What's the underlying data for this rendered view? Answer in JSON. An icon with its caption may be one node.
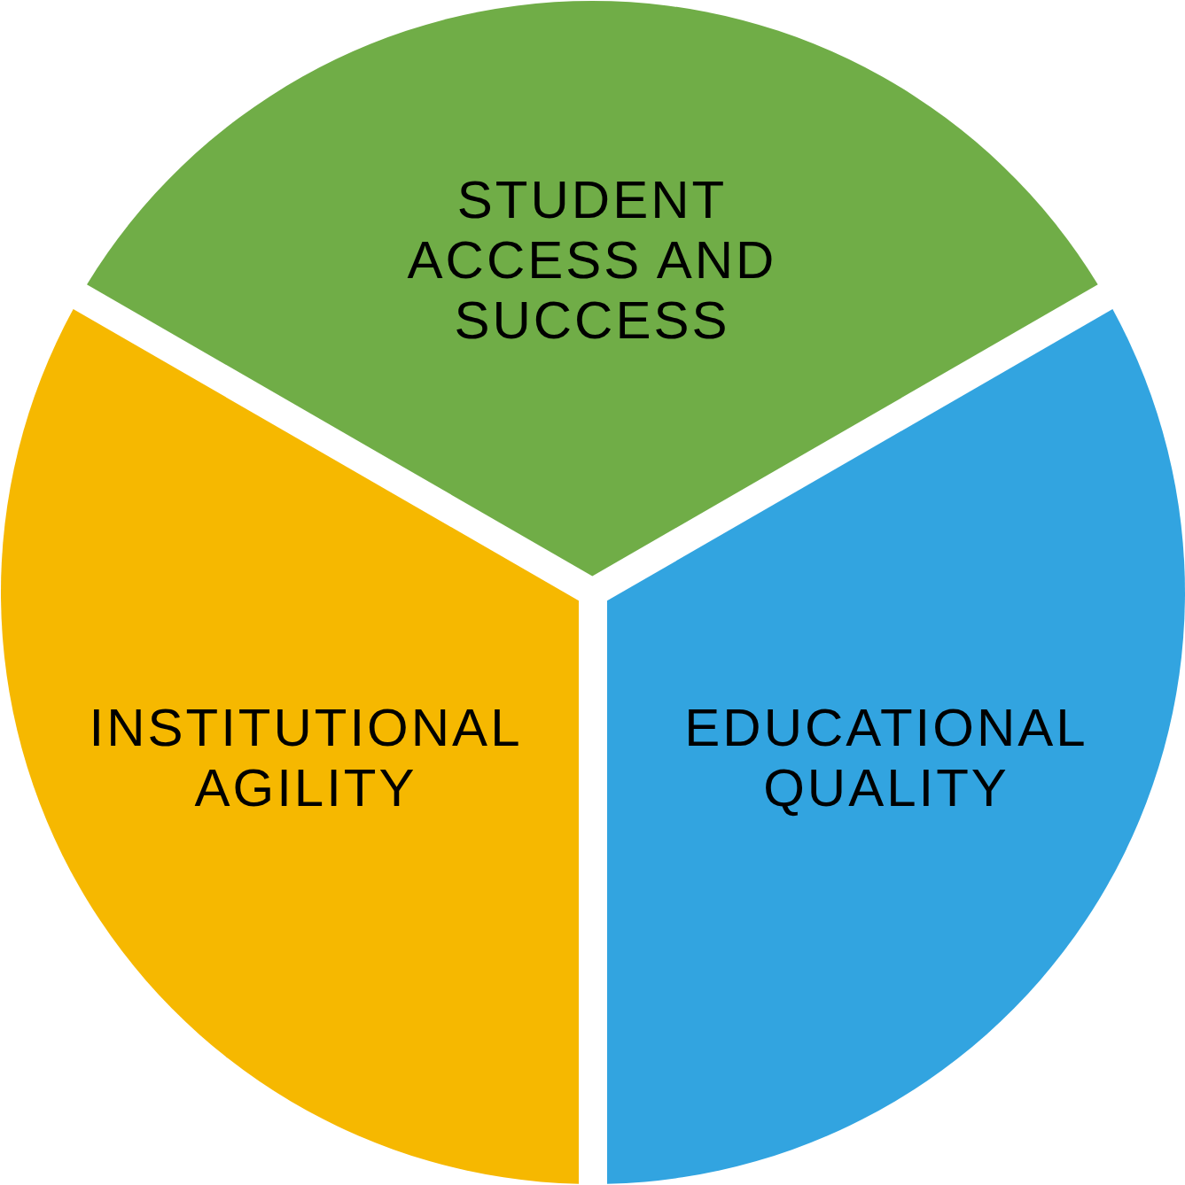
{
  "diagram": {
    "nodes": [
      {
        "text": [
          "STUDENT ACCESS AND SUCCESS"
        ]
      },
      {
        "text": [
          "INSTITUTIONAL AGILITY"
        ]
      },
      {
        "text": [
          "EDUCATIONAL QUALITY"
        ]
      }
    ]
  }
}
